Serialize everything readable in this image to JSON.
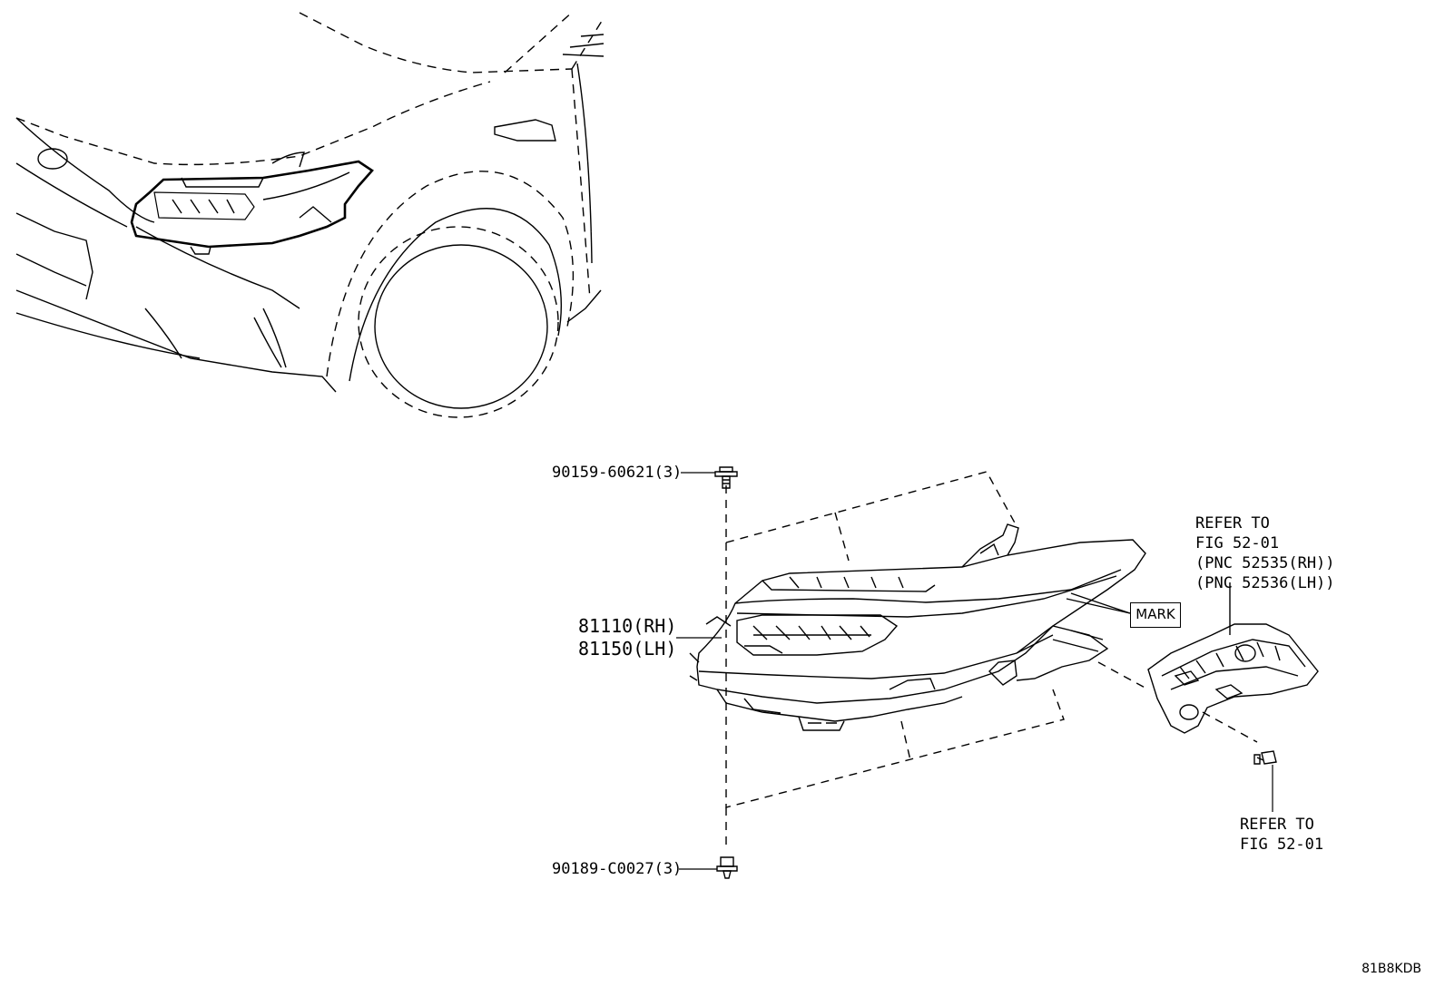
{
  "labels": {
    "bolt_top": "90159-60621(3)",
    "headlamp_rh": "81110(RH)",
    "headlamp_lh": "81150(LH)",
    "clip_bottom": "90189-C0027(3)",
    "mark": "MARK",
    "bracket_ref": [
      "REFER TO",
      "FIG 52-01",
      "(PNC 52535(RH))",
      "(PNC 52536(LH))"
    ],
    "screw_ref": [
      "REFER TO",
      "FIG 52-01"
    ]
  },
  "diagram_code": "81B8KDB"
}
